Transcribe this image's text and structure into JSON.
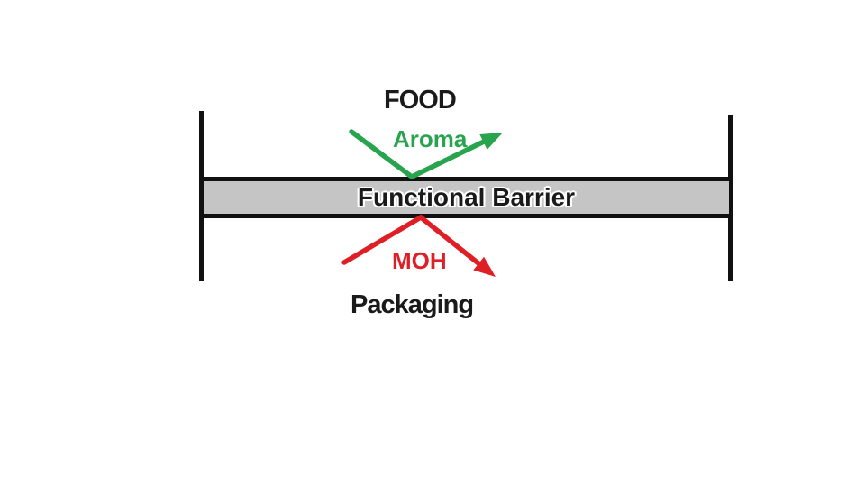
{
  "diagram": {
    "food_label": "FOOD",
    "aroma_label": "Aroma",
    "barrier_label": "Functional Barrier",
    "moh_label": "MOH",
    "packaging_label": "Packaging",
    "colors": {
      "aroma_green": "#29a44e",
      "moh_red": "#df1f26",
      "barrier_fill": "#c5c5c5",
      "line_black": "#111111"
    }
  }
}
